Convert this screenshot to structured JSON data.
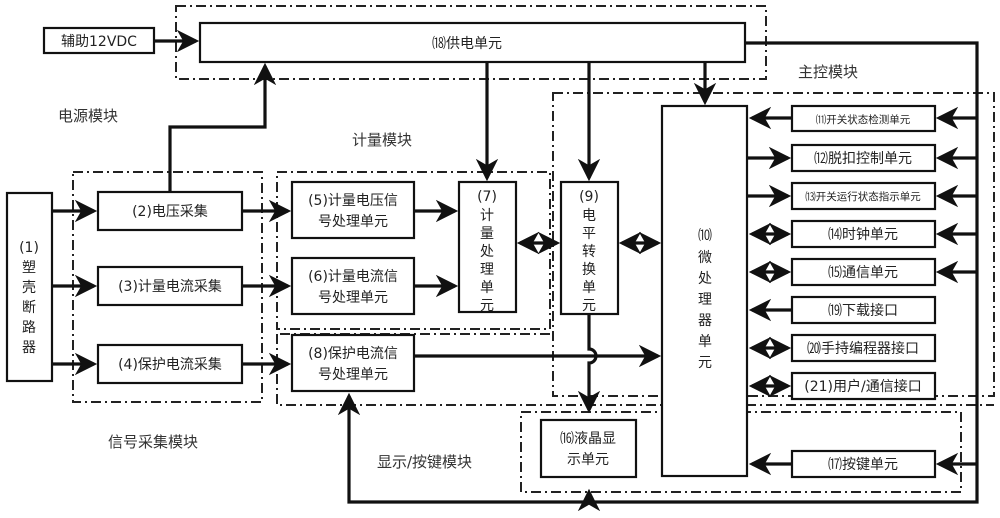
{
  "modules": {
    "power": "电源模块",
    "metering": "计量模块",
    "main_control": "主控模块",
    "signal": "信号采集模块",
    "display_keys": "显示/按键模块"
  },
  "aux_input": "辅助12VDC",
  "units": {
    "u1": [
      "(1)",
      "塑",
      "壳",
      "断",
      "路",
      "器"
    ],
    "u2": "(2)电压采集",
    "u3": "(3)计量电流采集",
    "u4": "(4)保护电流采集",
    "u5": [
      "(5)计量电压信",
      "号处理单元"
    ],
    "u6": [
      "(6)计量电流信",
      "号处理单元"
    ],
    "u7": [
      "(7)",
      "计",
      "量",
      "处",
      "理",
      "单",
      "元"
    ],
    "u8": [
      "(8)保护电流信",
      "号处理单元"
    ],
    "u9": [
      "(9)",
      "电",
      "平",
      "转",
      "换",
      "单",
      "元"
    ],
    "u10": [
      "⑽",
      "微",
      "处",
      "理",
      "器",
      "单",
      "元"
    ],
    "u11": "⑾开关状态检测单元",
    "u12": "⑿脱扣控制单元",
    "u13": "⒀开关运行状态指示单元",
    "u14": "⒁时钟单元",
    "u15": "⒂通信单元",
    "u16": [
      "⒃液晶显",
      "示单元"
    ],
    "u17": "⒄按键单元",
    "u18": "⒅供电单元",
    "u19": "⒆下载接口",
    "u20": "⒇手持编程器接口",
    "u21": "(21)用户/通信接口"
  }
}
